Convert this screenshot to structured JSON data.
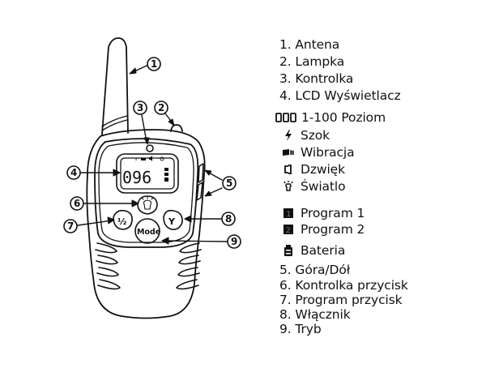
{
  "device": {
    "lcd_value": "096",
    "buttons": {
      "program": "½",
      "power": "Y",
      "mode": "Mode"
    }
  },
  "callouts": [
    "1",
    "2",
    "3",
    "4",
    "5",
    "6",
    "7",
    "8",
    "9"
  ],
  "legend": {
    "parts_top": [
      {
        "num": "1.",
        "label": "Antena"
      },
      {
        "num": "2.",
        "label": "Lampka"
      },
      {
        "num": "3.",
        "label": "Kontrolka"
      },
      {
        "num": "4.",
        "label": "LCD Wyświetlacz"
      }
    ],
    "lcd_symbols": [
      {
        "icon": "level-digits-icon",
        "label": "1-100 Poziom"
      },
      {
        "icon": "lightning-shock-icon",
        "label": "Szok"
      },
      {
        "icon": "vibration-icon",
        "label": "Wibracja"
      },
      {
        "icon": "speaker-sound-icon",
        "label": "Dzwięk"
      },
      {
        "icon": "lightbulb-icon",
        "label": "Światlo"
      }
    ],
    "program_symbols": [
      {
        "icon": "program-1-icon",
        "glyph": "1",
        "label": "Program 1"
      },
      {
        "icon": "program-2-icon",
        "glyph": "2",
        "label": "Program 2"
      },
      {
        "icon": "battery-icon",
        "label": "Bateria"
      }
    ],
    "parts_bottom": [
      {
        "num": "5.",
        "label": "Góra/Dół"
      },
      {
        "num": "6.",
        "label": "Kontrolka przycisk"
      },
      {
        "num": "7.",
        "label": "Program przycisk"
      },
      {
        "num": "8.",
        "label": "Włącznik"
      },
      {
        "num": "9.",
        "label": "Tryb"
      }
    ]
  }
}
